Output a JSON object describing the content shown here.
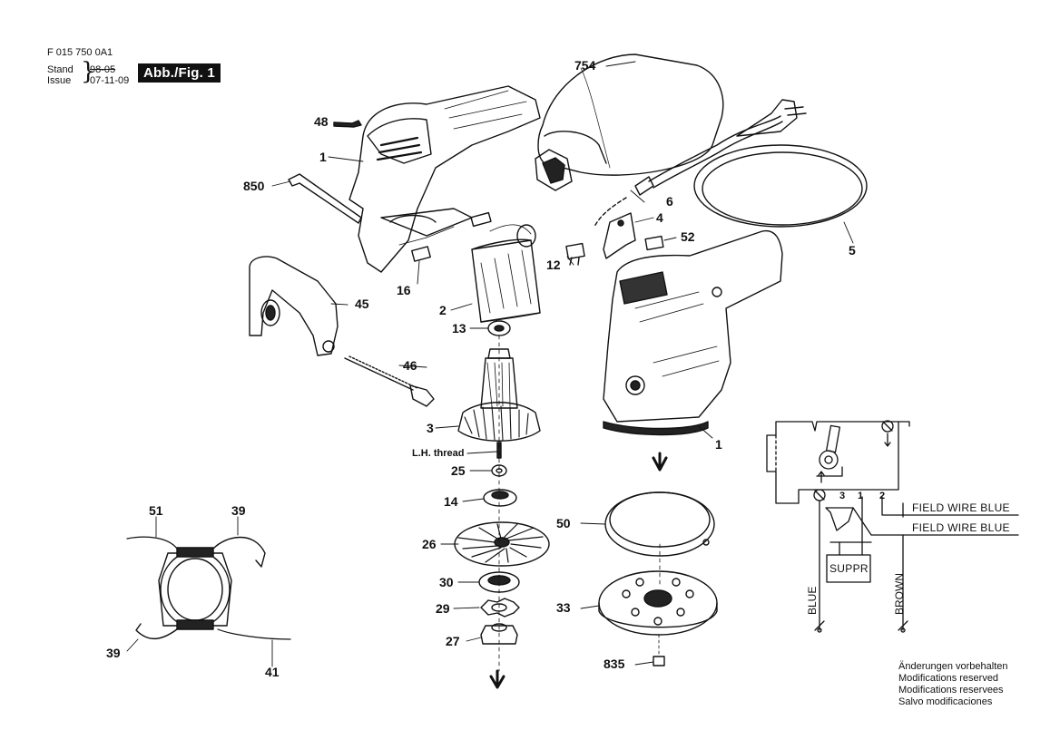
{
  "header": {
    "doc_number": "F 015 750 0A1",
    "stand_label": "Stand",
    "issue_label": "Issue",
    "old_date": "98-05",
    "new_date": "07-11-09",
    "figure_badge": "Abb./Fig. 1"
  },
  "callouts": {
    "p754": "754",
    "p48": "48",
    "p1_top": "1",
    "p850": "850",
    "p16": "16",
    "p45": "45",
    "p46": "46",
    "p2": "2",
    "p13": "13",
    "p3": "3",
    "lh_thread": "L.H. thread",
    "p25": "25",
    "p14": "14",
    "p26": "26",
    "p30": "30",
    "p29": "29",
    "p27": "27",
    "p6": "6",
    "p4": "4",
    "p52": "52",
    "p12": "12",
    "p5": "5",
    "p1_right": "1",
    "p50": "50",
    "p33": "33",
    "p835": "835",
    "p51": "51",
    "p39_top": "39",
    "p39_bottom": "39",
    "p41": "41"
  },
  "wiring": {
    "terminal_3": "3",
    "terminal_1": "1",
    "terminal_2": "2",
    "field_wire_1": "FIELD WIRE BLUE",
    "field_wire_2": "FIELD WIRE BLUE",
    "suppr": "SUPPR",
    "blue": "BLUE",
    "brown": "BROWN"
  },
  "notes": [
    "Änderungen vorbehalten",
    "Modifications reserved",
    "Modifications reservees",
    "Salvo modificaciones"
  ]
}
